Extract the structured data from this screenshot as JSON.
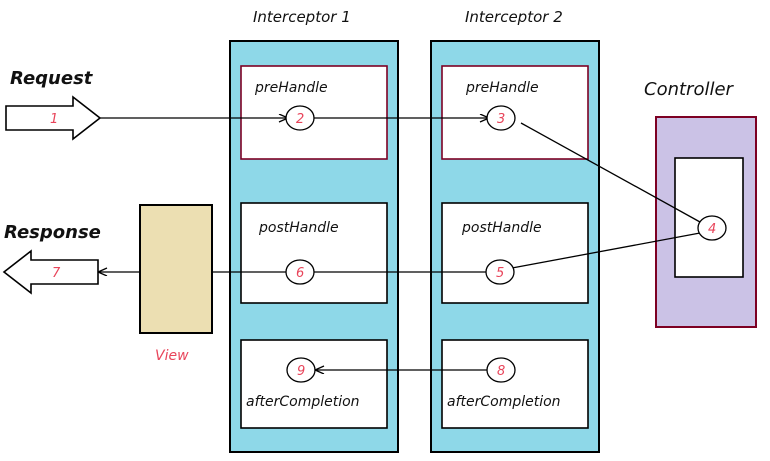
{
  "diagram": {
    "title_request": "Request",
    "title_response": "Response",
    "label_controller": "Controller",
    "label_view": "View",
    "interceptors": [
      {
        "name": "Interceptor 1",
        "stages": [
          {
            "label": "preHandle",
            "step": "2"
          },
          {
            "label": "postHandle",
            "step": "6"
          },
          {
            "label": "afterCompletion",
            "step": "9"
          }
        ]
      },
      {
        "name": "Interceptor 2",
        "stages": [
          {
            "label": "preHandle",
            "step": "3"
          },
          {
            "label": "postHandle",
            "step": "5"
          },
          {
            "label": "afterCompletion",
            "step": "8"
          }
        ]
      }
    ],
    "controller": {
      "step": "4"
    },
    "request_step": "1",
    "response_step": "7",
    "colors": {
      "panel_fill": "#8ed8e8",
      "controller_fill": "#cbc2e6",
      "controller_border": "#7d0023",
      "view_fill": "#ecdfb2",
      "step_number": "#e8445a",
      "prehandle_border": "#7d0023",
      "line": "#000000",
      "background": "#ffffff"
    }
  }
}
